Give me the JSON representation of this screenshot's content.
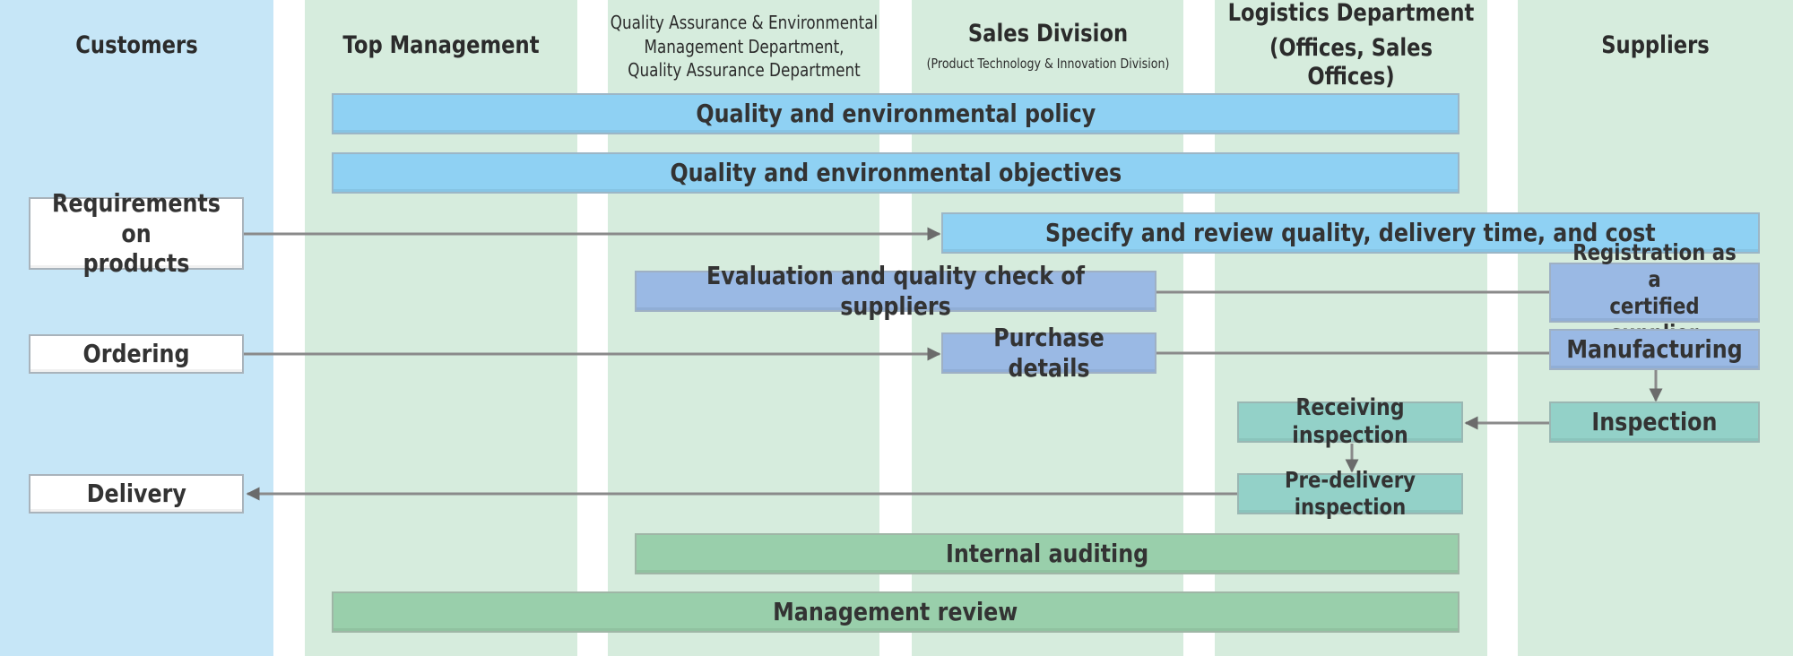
{
  "lanes": {
    "customers": "Customers",
    "top_management": "Top Management",
    "qa_line1": "Quality Assurance & Environmental",
    "qa_line2": "Management Department,",
    "qa_line3": "Quality Assurance Department",
    "sales_title": "Sales Division",
    "sales_subtitle": "(Product Technology & Innovation Division)",
    "logistics_line1": "Logistics Department",
    "logistics_line2": "(Offices, Sales Offices)",
    "suppliers": "Suppliers"
  },
  "boxes": {
    "policy": "Quality and environmental policy",
    "objectives": "Quality and environmental objectives",
    "requirements_line1": "Requirements on",
    "requirements_line2": "products",
    "specify": "Specify and review quality, delivery time, and cost",
    "evaluation": "Evaluation and quality check of suppliers",
    "registration_line1": "Registration as a",
    "registration_line2": "certified supplier",
    "ordering": "Ordering",
    "purchase": "Purchase details",
    "manufacturing": "Manufacturing",
    "receiving": "Receiving inspection",
    "inspection": "Inspection",
    "delivery": "Delivery",
    "predelivery": "Pre-delivery inspection",
    "auditing": "Internal auditing",
    "review": "Management review"
  },
  "colors": {
    "customers_lane": "#c6e6f7",
    "department_lane": "#d6ecdd",
    "policy_box": "#8fd1f3",
    "supplier_box": "#9ab9e4",
    "inspection_box": "#93d1c8",
    "audit_box": "#99cfab",
    "connector": "#6b6b6b"
  }
}
